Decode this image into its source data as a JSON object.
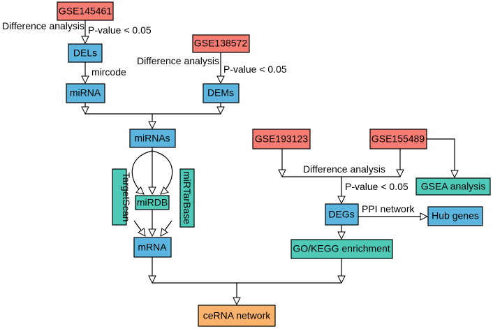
{
  "colors": {
    "dataset": "#f47c72",
    "process": "#5bb5de",
    "tool": "#4fcab8",
    "output": "#f8b26b",
    "line": "#000000"
  },
  "nodes": {
    "gse145461": "GSE145461",
    "dels": "DELs",
    "mirna": "miRNA",
    "gse138572": "GSE138572",
    "dems": "DEMs",
    "mirnas": "miRNAs",
    "targetscan": "TargetScan",
    "mirdb": "miRDB",
    "mirtarbase": "miRTarBase",
    "mrna": "mRNA",
    "gse193123": "GSE193123",
    "gse155489": "GSE155489",
    "gsea": "GSEA analysis",
    "degs": "DEGs",
    "hub_genes": "Hub genes",
    "go_kegg": "GO/KEGG enrichment",
    "cerna": "ceRNA network"
  },
  "edge_labels": {
    "diff_analysis_1": "Difference analysis",
    "pvalue_1": "P-value < 0.05",
    "mircode": "mircode",
    "diff_analysis_2": "Difference analysis",
    "pvalue_2": "P-value < 0.05",
    "diff_analysis_3": "Difference analysis",
    "pvalue_3": "P-value < 0.05",
    "ppi": "PPI network"
  }
}
